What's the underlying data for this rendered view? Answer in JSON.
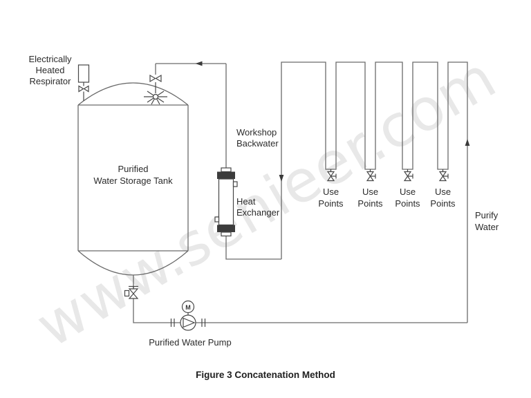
{
  "figure": {
    "caption": "Figure 3 Concatenation Method",
    "watermark_text": "www.senieer.com"
  },
  "colors": {
    "background": "#ffffff",
    "pipe_line": "#6a6a6a",
    "symbol_dark": "#3c3c3c",
    "label_text": "#2b2b2b",
    "watermark": "#e8e8e8"
  },
  "components": {
    "respirator": {
      "label": "Electrically\nHeated\nRespirator"
    },
    "tank": {
      "label": "Purified\nWater Storage Tank"
    },
    "workshop_backwater": {
      "label": "Workshop\nBackwater"
    },
    "heat_exchanger": {
      "label": "Heat\nExchanger"
    },
    "purify_water": {
      "label": "Purify\nWater"
    },
    "pump": {
      "label": "Purified Water Pump",
      "motor_letter": "M"
    },
    "use_points": [
      {
        "label": "Use\nPoints"
      },
      {
        "label": "Use\nPoints"
      },
      {
        "label": "Use\nPoints"
      },
      {
        "label": "Use\nPoints"
      }
    ]
  }
}
